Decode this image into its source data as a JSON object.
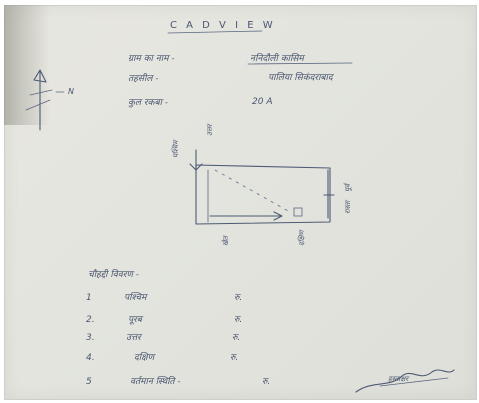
{
  "header": {
    "title": "C A D   V I E W"
  },
  "details": [
    {
      "label": "ग्राम का नाम -",
      "value": "ननिदौली कासिम"
    },
    {
      "label": "तहसील -",
      "value": "पालिया सिकंदराबाद"
    },
    {
      "label": "कुल रकबा -",
      "value": "20 A"
    }
  ],
  "sketch": {
    "top_label": "उत्तर",
    "left_label": "पश्चिम",
    "right_label_1": "पूर्व",
    "right_label_2": "रास्ता",
    "bottom_label_1": "खेत",
    "bottom_label_2": "दक्षिण",
    "compass_mark": "N"
  },
  "list": {
    "heading": "चौहद्दी विवरण -",
    "items": [
      {
        "num": "1",
        "text": "पश्चिम",
        "mark": "रु."
      },
      {
        "num": "2.",
        "text": "पूरब",
        "mark": "रु."
      },
      {
        "num": "3.",
        "text": "उत्तर",
        "mark": "रु."
      },
      {
        "num": "4.",
        "text": "दक्षिण",
        "mark": "रु."
      },
      {
        "num": "5",
        "text": "वर्तमान स्थिति -",
        "mark": "रु."
      }
    ]
  },
  "signature": "हस्ताक्षर"
}
